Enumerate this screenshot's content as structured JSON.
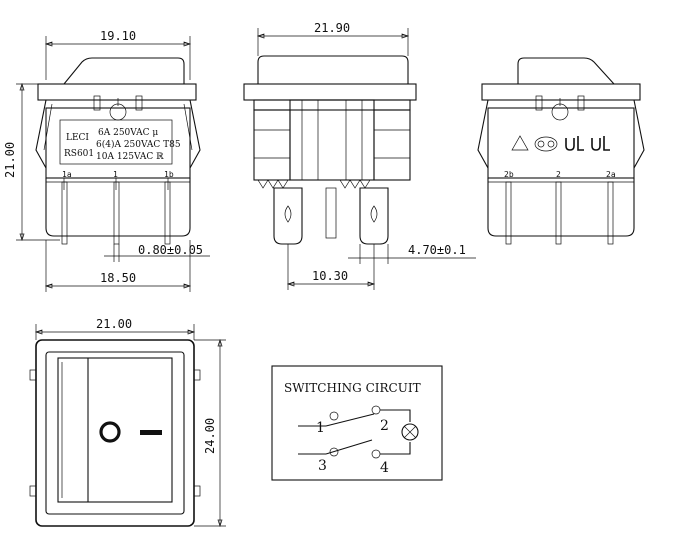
{
  "dimensions": {
    "top_width": "19.10",
    "side_width": "21.90",
    "height": "21.00",
    "terminal_thickness": "0.80±0.05",
    "base_width": "18.50",
    "terminal_spacing": "10.30",
    "terminal_width": "4.70±0.1",
    "front_width": "21.00",
    "front_height": "24.00"
  },
  "label": {
    "brand": "LECI",
    "model": "RS601",
    "rating1": "6A 250VAC μ",
    "rating2": "6(4)A 250VAC T85",
    "rating3": "10A 125VAC ℝ"
  },
  "pins": {
    "left": [
      "1a",
      "1",
      "1b"
    ],
    "right": [
      "2b",
      "2",
      "2a"
    ]
  },
  "front": {
    "off_symbol": "O",
    "on_symbol": "—"
  },
  "circuit": {
    "title": "SWITCHING CIRCUIT",
    "n1": "1",
    "n2": "2",
    "n3": "3",
    "n4": "4"
  }
}
